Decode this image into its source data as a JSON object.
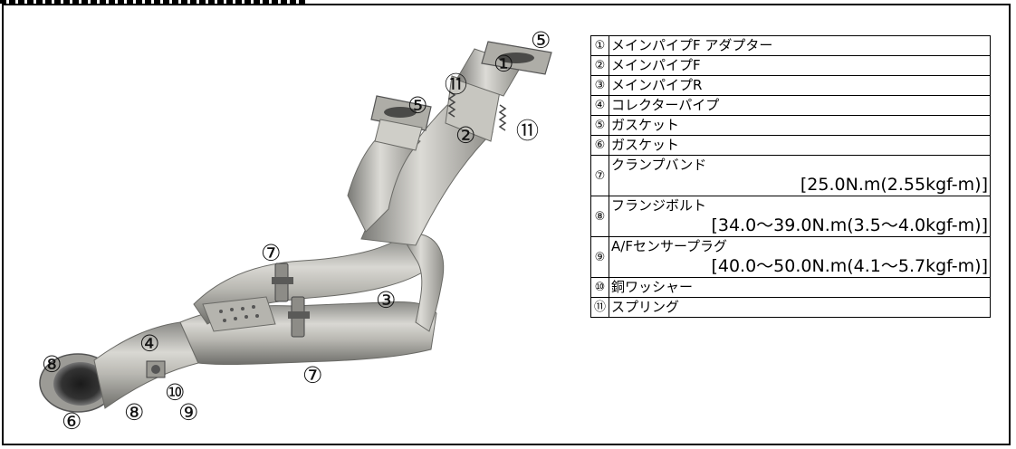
{
  "callouts": [
    {
      "id": "c5a",
      "label": "⑤"
    },
    {
      "id": "c1",
      "label": "①"
    },
    {
      "id": "c11a",
      "label": "⑪"
    },
    {
      "id": "c5b",
      "label": "⑤"
    },
    {
      "id": "c2",
      "label": "②"
    },
    {
      "id": "c11b",
      "label": "⑪"
    },
    {
      "id": "c7a",
      "label": "⑦"
    },
    {
      "id": "c3",
      "label": "③"
    },
    {
      "id": "c4",
      "label": "④"
    },
    {
      "id": "c8a",
      "label": "⑧"
    },
    {
      "id": "c7b",
      "label": "⑦"
    },
    {
      "id": "c10",
      "label": "⑩"
    },
    {
      "id": "c9",
      "label": "⑨"
    },
    {
      "id": "c6",
      "label": "⑥"
    },
    {
      "id": "c8b",
      "label": "⑧"
    }
  ],
  "parts": [
    {
      "num": "①",
      "name": "メインパイプF アダプター"
    },
    {
      "num": "②",
      "name": "メインパイプF"
    },
    {
      "num": "③",
      "name": "メインパイプR"
    },
    {
      "num": "④",
      "name": "コレクターパイプ"
    },
    {
      "num": "⑤",
      "name": "ガスケット"
    },
    {
      "num": "⑥",
      "name": "ガスケット"
    },
    {
      "num": "⑦",
      "name": "クランプバンド",
      "torque": "[25.0N.m(2.55kgf-m)]"
    },
    {
      "num": "⑧",
      "name": "フランジボルト",
      "torque": "[34.0～39.0N.m(3.5～4.0kgf-m)]"
    },
    {
      "num": "⑨",
      "name": "A/Fセンサープラグ",
      "torque": "[40.0～50.0N.m(4.1～5.7kgf-m)]"
    },
    {
      "num": "⑩",
      "name": "銅ワッシャー"
    },
    {
      "num": "⑪",
      "name": "スプリング"
    }
  ]
}
